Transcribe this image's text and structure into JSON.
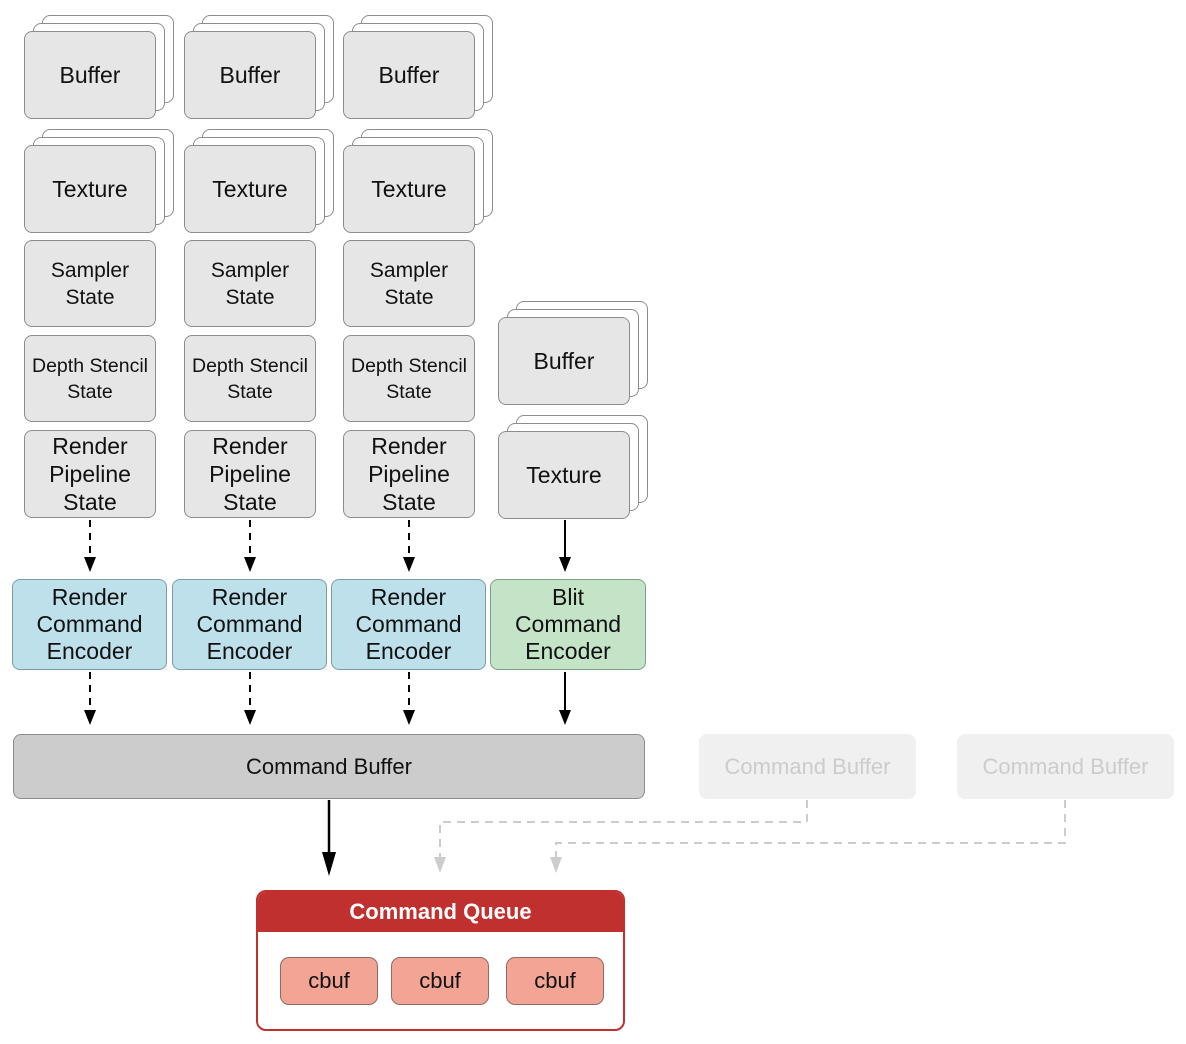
{
  "columns": [
    {
      "buffer": "Buffer",
      "texture": "Texture",
      "sampler": "Sampler\nState",
      "depth_stencil": "Depth Stencil\nState",
      "pipeline": "Render\nPipeline\nState",
      "encoder": "Render\nCommand\nEncoder"
    },
    {
      "buffer": "Buffer",
      "texture": "Texture",
      "sampler": "Sampler\nState",
      "depth_stencil": "Depth Stencil\nState",
      "pipeline": "Render\nPipeline\nState",
      "encoder": "Render\nCommand\nEncoder"
    },
    {
      "buffer": "Buffer",
      "texture": "Texture",
      "sampler": "Sampler\nState",
      "depth_stencil": "Depth Stencil\nState",
      "pipeline": "Render\nPipeline\nState",
      "encoder": "Render\nCommand\nEncoder"
    }
  ],
  "blit": {
    "buffer": "Buffer",
    "texture": "Texture",
    "encoder": "Blit\nCommand\nEncoder"
  },
  "command_buffer": {
    "label": "Command Buffer"
  },
  "ghost_buffers": [
    "Command Buffer",
    "Command Buffer"
  ],
  "command_queue": {
    "title": "Command Queue",
    "items": [
      "cbuf",
      "cbuf",
      "cbuf"
    ]
  },
  "colors": {
    "resource_fill": "#e6e6e6",
    "render_encoder_fill": "#bde0eb",
    "blit_encoder_fill": "#c4e4c8",
    "command_buffer_fill": "#cccccc",
    "queue_accent": "#c0302f",
    "cbuf_fill": "#f2a595"
  }
}
